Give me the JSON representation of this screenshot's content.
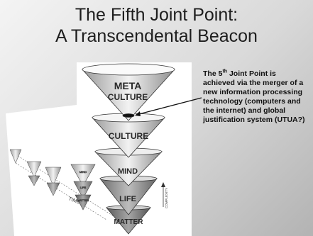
{
  "slide": {
    "title_line1": "The Fifth Joint Point:",
    "title_line2": "A Transcendental Beacon"
  },
  "callout": {
    "pre": "The 5",
    "sup": "th",
    "post": " Joint Point is achieved via the merger of a new information processing technology (computers and the internet) and global justification system (UTUA?)"
  },
  "figure": {
    "cones": {
      "meta": "META",
      "culture_inner": "CULTURE",
      "culture": "CULTURE",
      "mind": "MIND",
      "life": "LIFE",
      "matter": "MATTER"
    },
    "small_cones": {
      "mind": "MIND",
      "life": "LIFE",
      "matter": "MATTER"
    },
    "time_label": "TIME",
    "complexity_label": "COMPLEXITY"
  }
}
